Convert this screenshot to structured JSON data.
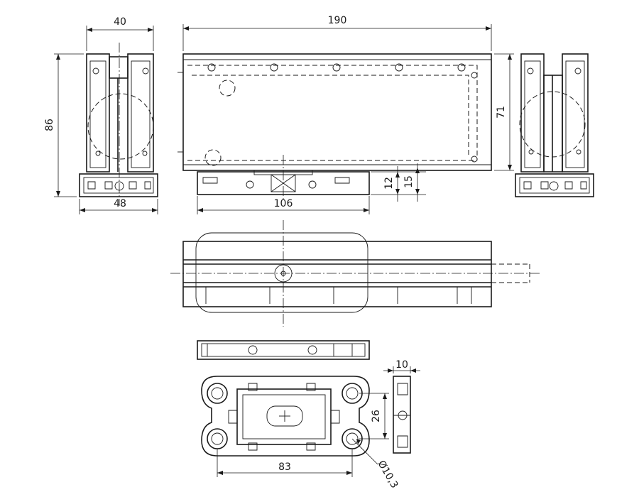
{
  "colors": {
    "line": "#1a1a1a",
    "background": "#ffffff"
  },
  "dimensions": {
    "side_left_width": "40",
    "side_left_height": "86",
    "side_left_base": "48",
    "front_length": "190",
    "front_height": "71",
    "plate_length": "106",
    "plate_thickness": "12",
    "plate_total": "15",
    "base_thickness": "10",
    "base_hole_spacing_y": "26",
    "base_hole_spacing_x": "83",
    "base_hole_diameter": "Ø10,3"
  }
}
